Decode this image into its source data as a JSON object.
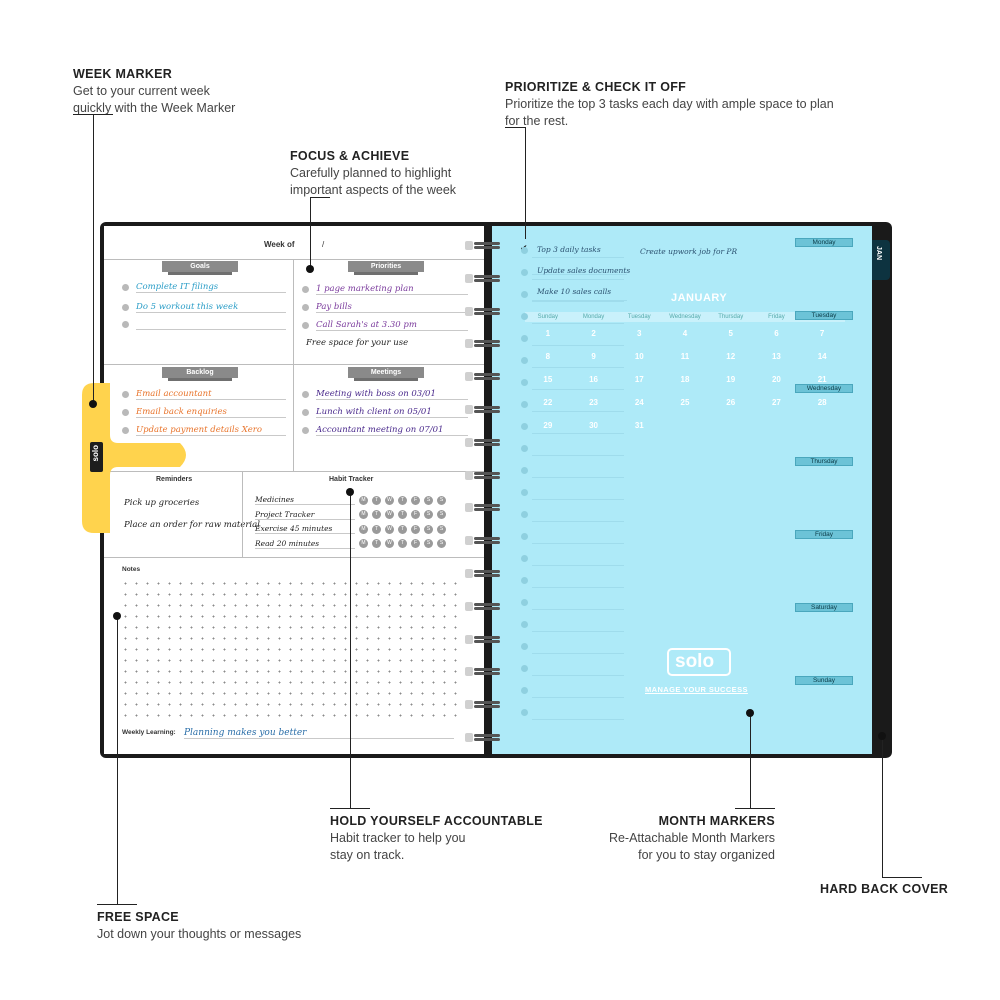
{
  "callouts": {
    "week_marker": {
      "title": "WEEK MARKER",
      "desc1": "Get to your current week",
      "desc2": "quickly with the Week Marker"
    },
    "focus": {
      "title": "FOCUS & ACHIEVE",
      "desc1": "Carefully planned to highlight",
      "desc2": "important aspects of the week"
    },
    "prioritize": {
      "title": "PRIORITIZE & CHECK IT OFF",
      "desc1": "Prioritize the top 3 tasks each day with ample space to plan",
      "desc2": "for the rest."
    },
    "accountable": {
      "title": "HOLD YOURSELF ACCOUNTABLE",
      "desc1": "Habit tracker to help you",
      "desc2": "stay on track."
    },
    "month_markers": {
      "title": "MONTH MARKERS",
      "desc1": "Re-Attachable Month Markers",
      "desc2": "for you to stay organized"
    },
    "hard_back": {
      "title": "HARD BACK COVER"
    },
    "free_space": {
      "title": "FREE SPACE",
      "desc1": "Jot down your thoughts or messages"
    }
  },
  "left_page": {
    "week_of": "Week of",
    "week_slash": "/",
    "goals": {
      "label": "Goals",
      "items": [
        "Complete IT filings",
        "Do 5 workout this week",
        ""
      ]
    },
    "priorities": {
      "label": "Priorities",
      "items": [
        "1 page marketing plan",
        "Pay bills",
        "Call Sarah's at 3.30 pm"
      ],
      "free_text": "Free space for your use"
    },
    "backlog": {
      "label": "Backlog",
      "items": [
        "Email accountant",
        "Email back enquiries",
        "Update payment details Xero"
      ]
    },
    "meetings": {
      "label": "Meetings",
      "items": [
        "Meeting with boss on 03/01",
        "Lunch with client on 05/01",
        "Accountant meeting on 07/01"
      ]
    },
    "reminders": {
      "label": "Reminders",
      "items": [
        "Pick up groceries",
        "Place an order for raw material"
      ]
    },
    "habit_tracker": {
      "label": "Habit Tracker",
      "days": [
        "M",
        "T",
        "W",
        "T",
        "F",
        "S",
        "S"
      ],
      "habits": [
        "Medicines",
        "Project Tracker",
        "Exercise 45 minutes",
        "Read 20 minutes"
      ]
    },
    "notes": {
      "label": "Notes"
    },
    "weekly_learning": {
      "label": "Weekly Learning:",
      "value": "Planning makes you better"
    },
    "tab_brand": "solo"
  },
  "right_page": {
    "tasks": [
      "Top 3 daily tasks",
      "Update sales documents",
      "Make 10 sales calls"
    ],
    "side_note": "Create upwork job for PR",
    "month": "JANUARY",
    "month_tab": "JAN",
    "weekdays_head": [
      "Sunday",
      "Monday",
      "Tuesday",
      "Wednesday",
      "Thursday",
      "Friday",
      "Saturday"
    ],
    "weeks": [
      [
        "",
        "",
        "",
        "",
        "",
        "",
        ""
      ],
      [
        "1",
        "2",
        "3",
        "4",
        "5",
        "6",
        "7"
      ],
      [
        "8",
        "9",
        "10",
        "11",
        "12",
        "13",
        "14"
      ],
      [
        "15",
        "16",
        "17",
        "18",
        "19",
        "20",
        "21"
      ],
      [
        "22",
        "23",
        "24",
        "25",
        "26",
        "27",
        "28"
      ],
      [
        "29",
        "30",
        "31",
        "",
        "",
        "",
        ""
      ]
    ],
    "day_tabs": [
      "Monday",
      "Tuesday",
      "Wednesday",
      "Thursday",
      "Friday",
      "Saturday",
      "Sunday"
    ],
    "brand": "solo",
    "tagline": "MANAGE YOUR SUCCESS"
  }
}
